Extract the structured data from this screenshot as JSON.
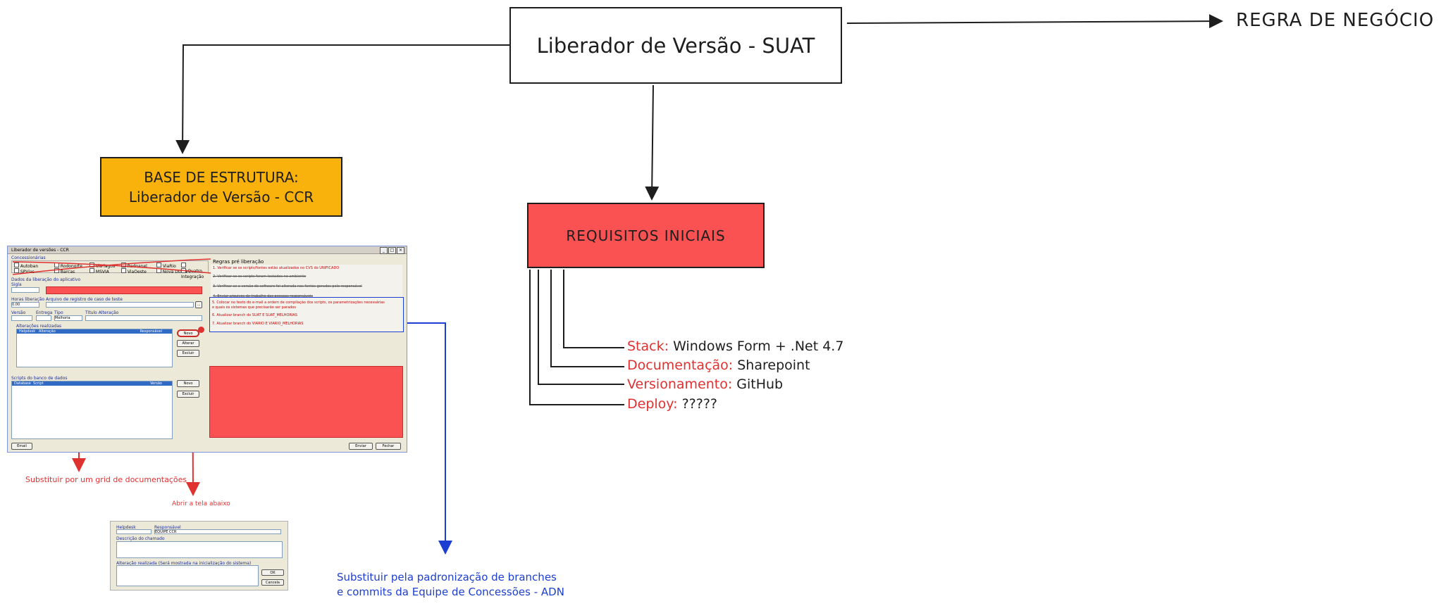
{
  "diagram": {
    "main_title": "Liberador de Versão - SUAT",
    "business_rule": "REGRA DE NEGÓCIO",
    "base": {
      "line1": "BASE DE ESTRUTURA:",
      "line2": "Liberador de Versão - CCR"
    },
    "requirements": {
      "title": "REQUISITOS INICIAIS",
      "items": [
        {
          "key": "Stack:",
          "value": "Windows Form + .Net 4.7"
        },
        {
          "key": "Documentação:",
          "value": "Sharepoint"
        },
        {
          "key": "Versionamento:",
          "value": "GitHub"
        },
        {
          "key": "Deploy:",
          "value": "?????"
        }
      ]
    },
    "notes": {
      "grid": "Substituir por um grid de documentações",
      "open_screen": "Abrir a tela abaixo",
      "branches_line1": "Substituir pela padronização de branches",
      "branches_line2": "e commits da Equipe de Concessões - ADN"
    },
    "colors": {
      "stroke": "#1e1e1e",
      "red": "#e03131",
      "blue": "#1c3fd1",
      "orange": "#f9b10b",
      "salmon": "#fa5252"
    }
  },
  "legacy_window": {
    "title": "Liberador de versões - CCR",
    "section_companies": "Concessionárias",
    "companies": [
      "Autoban",
      "Rodonorte",
      "Via lagos",
      "Rodoanel",
      "ViaRio",
      "ViaQuatro",
      "SPVias",
      "Barcas",
      "MSVIA",
      "ViaOeste",
      "Nova Dutra",
      "Integração"
    ],
    "section_release": "Dados da liberação do aplicativo",
    "acronym_label": "Sigla",
    "hours_label": "Horas liberação",
    "hours_value": "0.00",
    "attachment_label": "Arquivo de registro de caso de teste",
    "version_label": "Versão",
    "delivery_label": "Entrega",
    "type_label": "Tipo",
    "type_value": "Melhoria",
    "title_label": "Título Alteração",
    "changes_label": "Alterações realizadas",
    "changes_columns": [
      "Helpdesk",
      "Alteração",
      "Responsável"
    ],
    "buttons": {
      "new": "Novo",
      "edit": "Alterar",
      "delete": "Excluir",
      "new2": "Novo",
      "delete2": "Excluir",
      "email": "Email",
      "send": "Enviar",
      "close": "Fechar"
    },
    "scripts_label": "Scripts do banco de dados",
    "scripts_columns": [
      "Database",
      "Script",
      "Versão"
    ],
    "rules_title": "Regras pré liberação",
    "rules": [
      {
        "text": "1. Verificar se os scripts/fontes estão atualizados no CVS do UNIFICADO",
        "struck": false
      },
      {
        "text": "2. Verificar se os scripts foram testados no ambiente",
        "struck": true
      },
      {
        "text": "3. Verificar se a versão do software foi alterada nos fontes gerados pelo responsável",
        "struck": true
      },
      {
        "text": "4. Enviar arquivos de trabalho das pessoas responsáveis",
        "struck": true
      },
      {
        "text": "5. Colocar no texto do e-mail a ordem de compilação dos scripts, os parametrizações necessárias",
        "struck": false
      },
      {
        "text": "e quais os sistemas que precisarão ser parados",
        "struck": false
      },
      {
        "text": "6. Atualizar branch do SUAT E SUAT_MELHORIAS",
        "struck": false
      },
      {
        "text": "7. Atualizar branch do VIARIO E VIARIO_MELHORIAS",
        "struck": false
      }
    ]
  },
  "legacy_dialog": {
    "helpdesk_label": "Helpdesk",
    "responsible_label": "Responsável",
    "responsible_value": "EQUIPE CCR",
    "description_label": "Descrição do chamado",
    "change_label": "Alteração realizada (Será mostrada na inicialização do sistema)",
    "ok_label": "OK",
    "cancel_label": "Cancela"
  }
}
